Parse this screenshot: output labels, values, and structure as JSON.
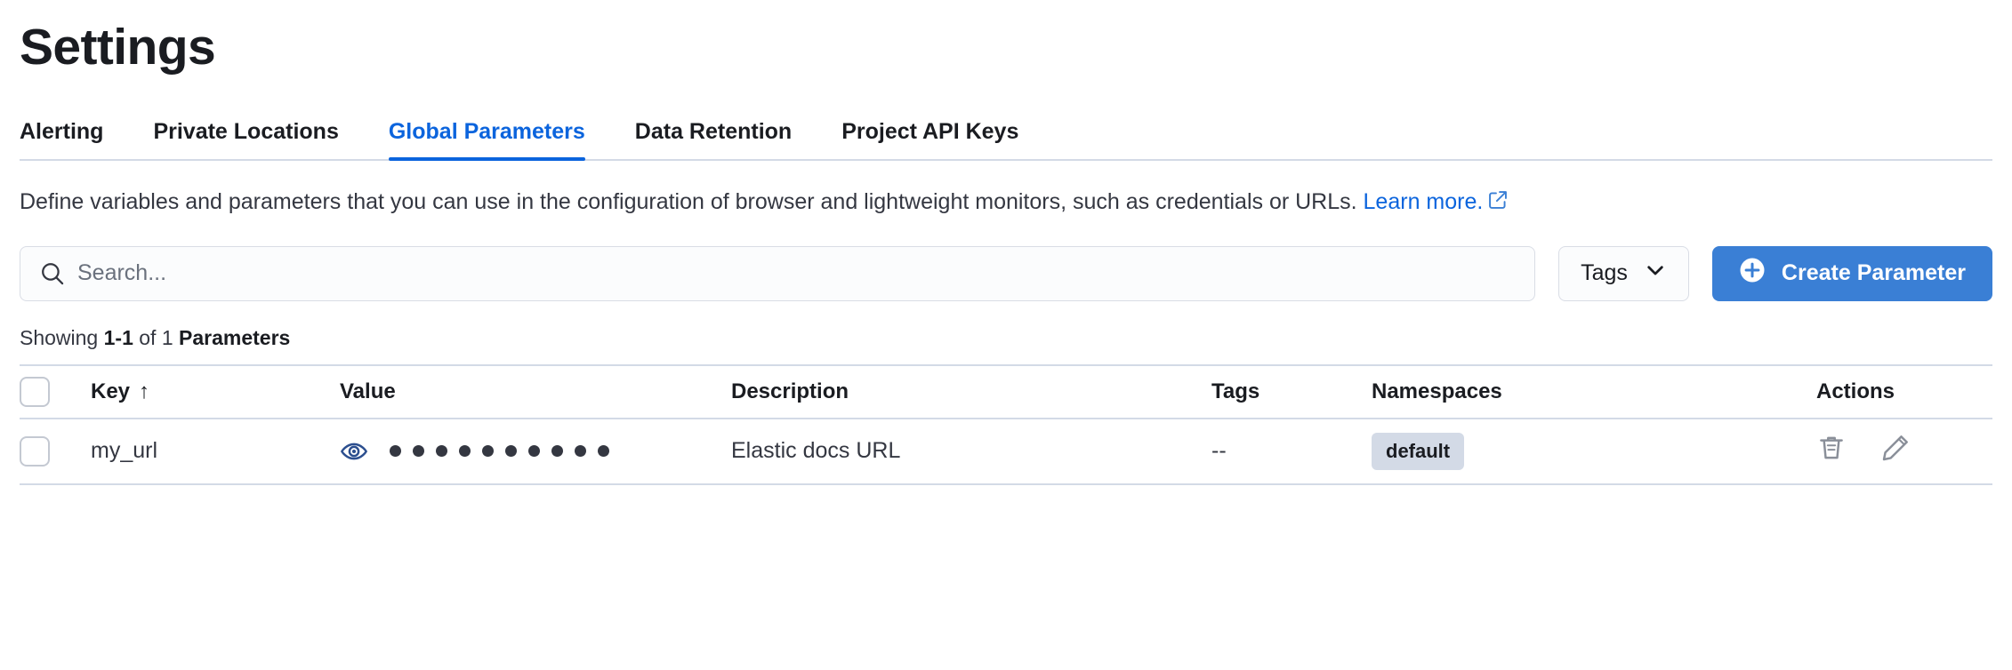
{
  "page": {
    "title": "Settings"
  },
  "tabs": [
    {
      "label": "Alerting",
      "active": false
    },
    {
      "label": "Private Locations",
      "active": false
    },
    {
      "label": "Global Parameters",
      "active": true
    },
    {
      "label": "Data Retention",
      "active": false
    },
    {
      "label": "Project API Keys",
      "active": false
    }
  ],
  "description": {
    "text": "Define variables and parameters that you can use in the configuration of browser and lightweight monitors, such as credentials or URLs.",
    "link_label": "Learn more.",
    "link_icon": "external-link-icon"
  },
  "controls": {
    "search": {
      "placeholder": "Search...",
      "value": "",
      "icon": "search-icon"
    },
    "tags_filter": {
      "label": "Tags",
      "icon": "chevron-down-icon"
    },
    "create_button": {
      "label": "Create Parameter",
      "icon": "plus-circle-icon"
    }
  },
  "results": {
    "prefix": "Showing ",
    "range": "1-1",
    "middle": " of 1 ",
    "entity": "Parameters"
  },
  "table": {
    "columns": [
      {
        "key": "check",
        "label": ""
      },
      {
        "key": "key",
        "label": "Key",
        "sort": "asc",
        "sort_icon": "arrow-up-icon"
      },
      {
        "key": "value",
        "label": "Value"
      },
      {
        "key": "description",
        "label": "Description"
      },
      {
        "key": "tags",
        "label": "Tags"
      },
      {
        "key": "namespaces",
        "label": "Namespaces"
      },
      {
        "key": "actions",
        "label": "Actions"
      }
    ],
    "rows": [
      {
        "key": "my_url",
        "value_masked_dots": 10,
        "value_toggle_icon": "eye-icon",
        "description": "Elastic docs URL",
        "tags": "--",
        "namespaces": [
          "default"
        ],
        "actions": [
          "trash-icon",
          "pencil-icon"
        ]
      }
    ]
  },
  "colors": {
    "accent_blue": "#0b64dd",
    "button_blue": "#3a7fd5",
    "link_blue": "#3a7fd5",
    "text_dark": "#1a1c21",
    "text_body": "#343741",
    "border": "#d3dae6",
    "badge_bg": "#d3dae6",
    "eye_icon": "#2c4f8f",
    "icon_gray": "#8a8f99"
  }
}
